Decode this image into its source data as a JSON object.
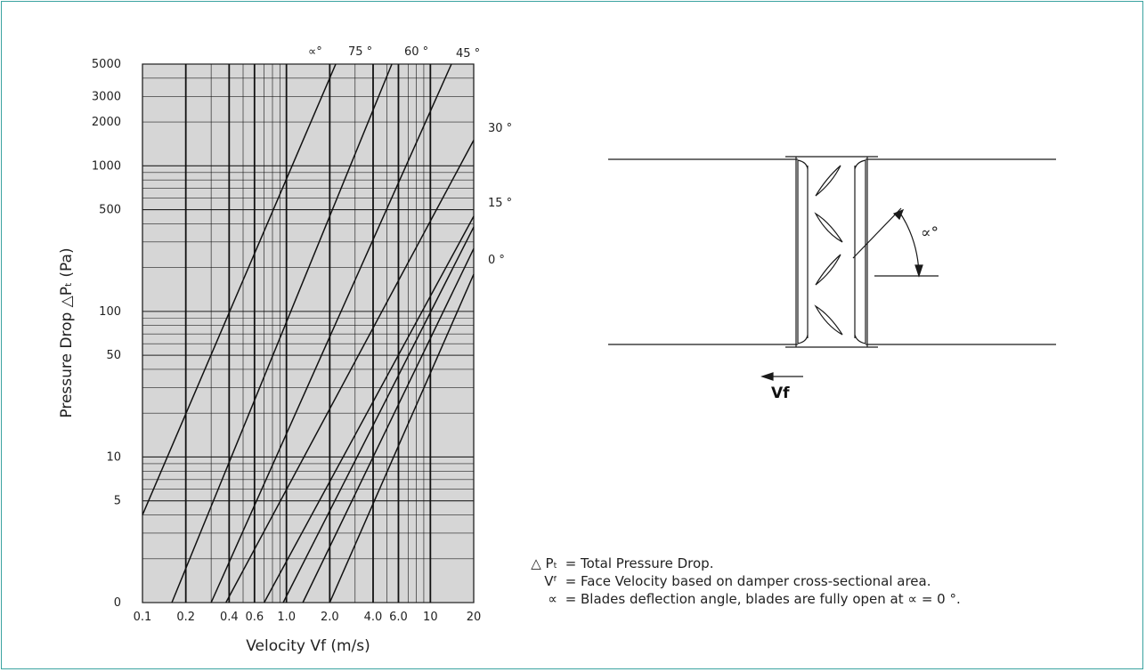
{
  "chart_data": {
    "type": "line",
    "x_scale": "log",
    "y_scale": "log",
    "xlim": [
      0.1,
      20
    ],
    "ylim_decades": "bottom tick labelled 0",
    "xlabel": "Velocity Vf (m/s)",
    "ylabel": "Pressure Drop △Pₜ (Pa)",
    "x_ticks": [
      "0.1",
      "0.2",
      "0.4",
      "0.6",
      "1.0",
      "2.0",
      "4.0",
      "6.0",
      "10",
      "20"
    ],
    "y_ticks": [
      "0",
      "5",
      "10",
      "50",
      "100",
      "500",
      "1000",
      "2000",
      "3000",
      "5000"
    ],
    "series_header": "∝°",
    "series": [
      {
        "name": "75 °",
        "points": [
          [
            0.1,
            4
          ],
          [
            2.2,
            5000
          ]
        ]
      },
      {
        "name": "60 °",
        "points": [
          [
            0.16,
            1
          ],
          [
            5.4,
            5000
          ]
        ]
      },
      {
        "name": "45 °",
        "points": [
          [
            0.3,
            1
          ],
          [
            14,
            5000
          ]
        ]
      },
      {
        "name": "30 °",
        "points": [
          [
            0.38,
            1
          ],
          [
            20,
            1500
          ]
        ]
      },
      {
        "name": "15 °",
        "points": [
          [
            0.7,
            1
          ],
          [
            20,
            450
          ]
        ]
      },
      {
        "name": "0 °",
        "points": [
          [
            2.0,
            1
          ],
          [
            20,
            180
          ]
        ]
      },
      {
        "name": "",
        "points": [
          [
            0.95,
            1
          ],
          [
            20,
            380
          ]
        ]
      },
      {
        "name": "",
        "points": [
          [
            1.3,
            1
          ],
          [
            20,
            270
          ]
        ]
      }
    ],
    "grid": true
  },
  "legend": {
    "rows": [
      {
        "symbol": "△ Pₜ",
        "eq": "=",
        "text": "Total Pressure Drop."
      },
      {
        "symbol": "Vᶠ",
        "eq": "=",
        "text": "Face Velocity based on damper cross-sectional area."
      },
      {
        "symbol": "∝",
        "eq": "=",
        "text": "Blades deflection angle, blades are fully open at ∝ = 0 °."
      }
    ]
  },
  "diagram": {
    "flow_label": "Vf",
    "angle_label": "∝°"
  },
  "colors": {
    "frame": "#3aa3a0",
    "plot_bg": "#d6d6d6",
    "ink": "#1a1a1a"
  }
}
